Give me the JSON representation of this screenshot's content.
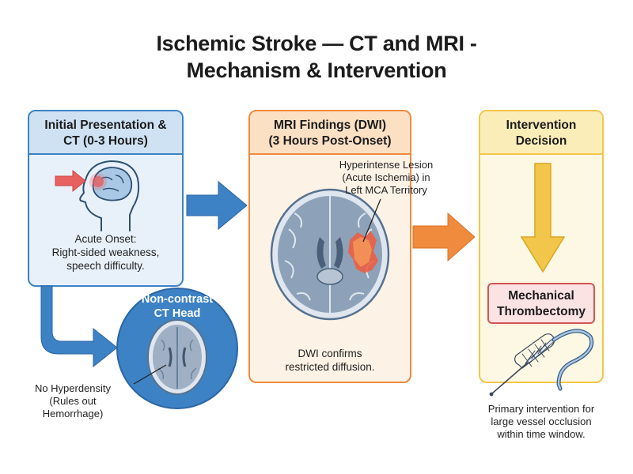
{
  "title": {
    "line1": "Ischemic Stroke — CT and MRI -",
    "line2": "Mechanism & Intervention"
  },
  "panel1": {
    "header_line1": "Initial Presentation &",
    "header_line2": "CT (0-3 Hours)",
    "body_line1": "Acute Onset:",
    "body_line2": "Right-sided weakness,",
    "body_line3": "speech difficulty."
  },
  "ct_circle": {
    "label_line1": "Non-contrast",
    "label_line2": "CT Head"
  },
  "ct_annotation": {
    "line1": "No Hyperdensity",
    "line2": "(Rules out",
    "line3": "Hemorrhage)"
  },
  "panel2": {
    "header_line1": "MRI Findings (DWI)",
    "header_line2": "(3 Hours Post-Onset)",
    "lesion_line1": "Hyperintense Lesion",
    "lesion_line2": "(Acute Ischemia) in",
    "lesion_line3": "Left MCA Territory",
    "footer_line1": "DWI confirms",
    "footer_line2": "restricted diffusion."
  },
  "panel3": {
    "header_line1": "Intervention",
    "header_line2": "Decision",
    "box_line1": "Mechanical",
    "box_line2": "Thrombectomy",
    "footer_line1": "Primary intervention for",
    "footer_line2": "large vessel occlusion",
    "footer_line3": "within time window."
  },
  "colors": {
    "blue": "#3d82c4",
    "blue_dark": "#2a66a6",
    "blue_fill": "#e8f1fa",
    "blue_head": "#cfe2f4",
    "orange": "#f08a3c",
    "orange_fill": "#fdf2e6",
    "orange_head": "#fbe0c4",
    "yellow": "#f2c64b",
    "yellow_fill": "#fdf8e4",
    "yellow_head": "#faedb8",
    "red": "#e65c5c",
    "box_red_fill": "#fbe3e3"
  }
}
